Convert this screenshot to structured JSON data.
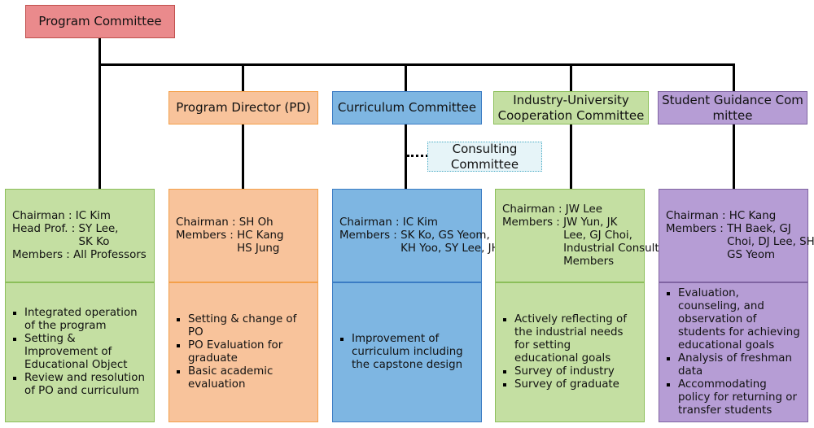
{
  "top": {
    "title": "Program Committee"
  },
  "headers": [
    {
      "line1": "Program Director (PD)"
    },
    {
      "line1": "Curriculum Committee"
    },
    {
      "line1": "Industry-University",
      "line2": "Cooperation Committee"
    },
    {
      "line1": "Student Guidance Com",
      "line2": "mittee"
    }
  ],
  "consulting": {
    "line1": "Consulting",
    "line2": "Committee"
  },
  "columns": [
    {
      "rows": [
        {
          "label": "Chairman : ",
          "values": [
            "IC Kim"
          ]
        },
        {
          "label": "Head Prof. : ",
          "values": [
            "SY Lee,",
            "SK Ko"
          ]
        },
        {
          "label": "Members : ",
          "values": [
            "All Professors"
          ]
        }
      ],
      "bullets": [
        "Integrated operation of the program",
        "Setting & Improvement of Educational Object",
        "Review and resolution of PO and curriculum"
      ]
    },
    {
      "rows": [
        {
          "label": "Chairman : ",
          "values": [
            "SH Oh"
          ]
        },
        {
          "label": "Members : ",
          "values": [
            "HC Kang",
            "HS Jung"
          ]
        }
      ],
      "bullets": [
        "Setting & change of PO",
        "PO Evaluation for graduate",
        "Basic academic evaluation"
      ]
    },
    {
      "rows": [
        {
          "label": "Chairman : ",
          "values": [
            "IC Kim"
          ]
        },
        {
          "label": "Members : ",
          "values": [
            "SK Ko, GS Yeom,",
            "KH Yoo, SY Lee, JH Lee"
          ]
        }
      ],
      "bullets": [
        "Improvement of curriculum including the capstone design"
      ]
    },
    {
      "rows": [
        {
          "label": "Chairman : ",
          "values": [
            "JW Lee"
          ]
        },
        {
          "label": "Members : ",
          "values": [
            "JW Yun, JK",
            "Lee, GJ Choi,",
            "Industrial Consulting",
            "Members"
          ]
        }
      ],
      "bullets": [
        "Actively reflecting of the industrial needs for setting educational goals",
        "Survey of industry",
        "Survey of graduate"
      ]
    },
    {
      "rows": [
        {
          "label": "Chairman : ",
          "values": [
            "HC Kang"
          ]
        },
        {
          "label": "Members : ",
          "values": [
            "TH Baek, GJ",
            "Choi, DJ Lee, SH Oh,",
            "GS Yeom"
          ]
        }
      ],
      "bullets": [
        "Evaluation, counseling, and observation of students for achieving educational goals",
        "Analysis of freshman data",
        "Accommodating policy for returning or transfer students"
      ]
    }
  ],
  "colors": {
    "red": "#ea8a8c",
    "red_border": "#c0504d",
    "orange": "#f8c39b",
    "orange_border": "#f4a04a",
    "blue": "#7eb6e2",
    "blue_border": "#3b7cc4",
    "green": "#c4dfa2",
    "green_border": "#8cbf5a",
    "purple": "#b69dd5",
    "purple_border": "#8064a2",
    "consult_fill": "#e6f4f8",
    "consult_border": "#4bacc6"
  }
}
